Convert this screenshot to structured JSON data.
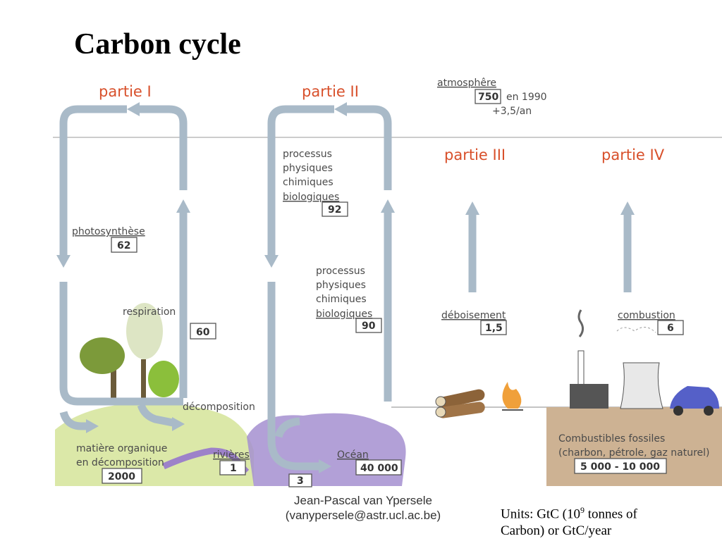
{
  "title": "Carbon cycle",
  "parts": {
    "p1": "partie I",
    "p2": "partie II",
    "p3": "partie III",
    "p4": "partie IV"
  },
  "atmosphere": {
    "label": "atmosphêre",
    "value": "750",
    "year": "en 1990",
    "rate": "+3,5/an"
  },
  "part1": {
    "photosynthesis_label": "photosynthèse",
    "photosynthesis_value": "62",
    "respiration_label": "respiration",
    "respiration_value": "60",
    "decomposition_label": "décomposition",
    "organic_label_1": "matière organique",
    "organic_label_2": "en décomposition",
    "organic_value": "2000",
    "rivers_label": "rivières",
    "rivers_value": "1"
  },
  "part2": {
    "upper_lines": [
      "processus",
      "physiques",
      "chimiques",
      "biologiques"
    ],
    "upper_value": "92",
    "lower_lines": [
      "processus",
      "physiques",
      "chimiques",
      "biologiques"
    ],
    "lower_value": "90",
    "ocean_label": "Océan",
    "ocean_value": "40 000",
    "sediment_value": "3"
  },
  "part3": {
    "deforestation_label": "déboisement",
    "deforestation_value": "1,5"
  },
  "part4": {
    "combustion_label": "combustion",
    "combustion_value": "6",
    "fossil_label_1": "Combustibles fossiles",
    "fossil_label_2": "(charbon, pétrole, gaz naturel)",
    "fossil_value": "5 000 - 10 000"
  },
  "credit": {
    "name": "Jean-Pascal van Ypersele",
    "email": "(vanypersele@astr.ucl.ac.be)"
  },
  "units": {
    "line1_prefix": "Units: GtC (10",
    "line1_exp": "9",
    "line1_suffix": " tonnes of",
    "line2": "Carbon) or GtC/year"
  },
  "colors": {
    "arrow": "#a9bac8",
    "part_heading": "#d8502b",
    "ground_green": "#dbe8a8",
    "ocean_purple": "#a48fd0",
    "fossil_brown": "#cdb293"
  }
}
